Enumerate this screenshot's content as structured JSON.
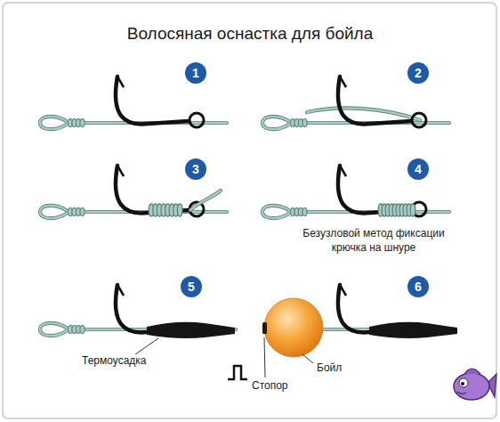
{
  "diagram": {
    "title": "Волосяная оснастка для бойла",
    "labels": [
      "1",
      "2",
      "3",
      "4",
      "5",
      "6",
      "Безузловой метод фиксации крючка на шнуре",
      "Термоусадка",
      "Бойл",
      "Стопор"
    ]
  }
}
